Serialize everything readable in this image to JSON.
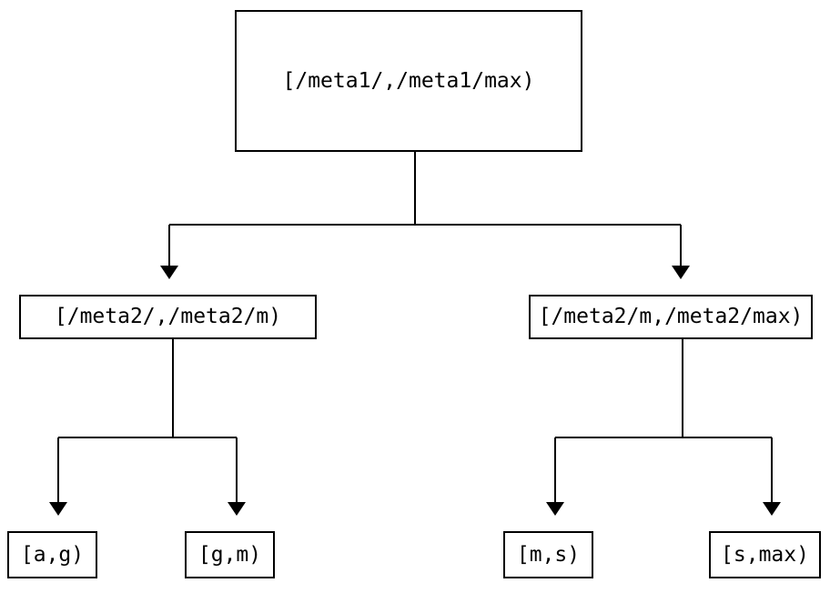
{
  "diagram": {
    "type": "tree",
    "title": "",
    "background_color": "#ffffff",
    "line_color": "#000000",
    "text_color": "#000000",
    "nodes": {
      "root": {
        "label": "[/meta1/,/meta1/max)",
        "level": 0
      },
      "level2_left": {
        "label": "[/meta2/,/meta2/m)",
        "level": 1
      },
      "level2_right": {
        "label": "[/meta2/m,/meta2/max)",
        "level": 1
      },
      "leaf_a_g": {
        "label": "[a,g)",
        "level": 2
      },
      "leaf_g_m": {
        "label": "[g,m)",
        "level": 2
      },
      "leaf_m_s": {
        "label": "[m,s)",
        "level": 2
      },
      "leaf_s_max": {
        "label": "[s,max)",
        "level": 2
      }
    },
    "edges": [
      {
        "from": "root",
        "to": "level2_left",
        "arrow": "down-triangle"
      },
      {
        "from": "root",
        "to": "level2_right",
        "arrow": "down-triangle"
      },
      {
        "from": "level2_left",
        "to": "leaf_a_g",
        "arrow": "down-triangle"
      },
      {
        "from": "level2_left",
        "to": "leaf_g_m",
        "arrow": "down-triangle"
      },
      {
        "from": "level2_right",
        "to": "leaf_m_s",
        "arrow": "down-triangle"
      },
      {
        "from": "level2_right",
        "to": "leaf_s_max",
        "arrow": "down-triangle"
      }
    ]
  }
}
